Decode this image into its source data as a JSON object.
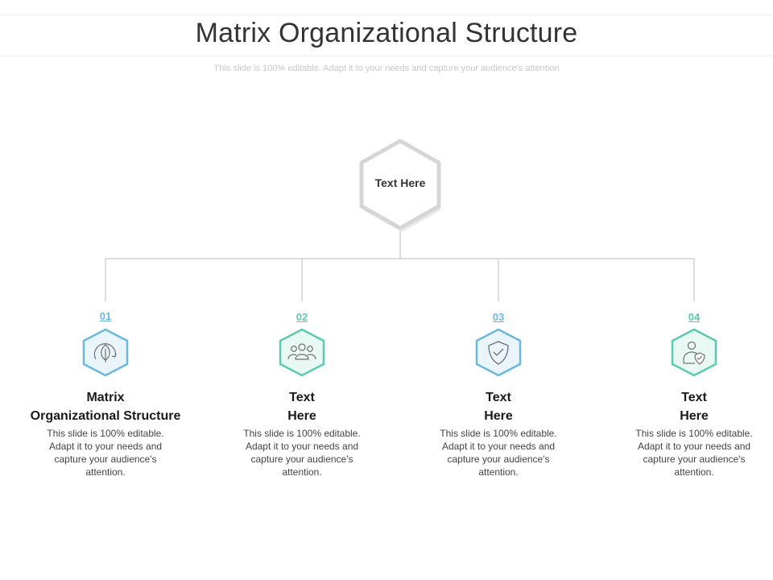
{
  "header": {
    "title": "Matrix Organizational Structure",
    "subtitle": "This slide is 100% editable. Adapt it to your needs and capture your audience's attention"
  },
  "root": {
    "label": "Text Here"
  },
  "colors": {
    "blue": "#6ab8e0",
    "green": "#5cc9b0",
    "root_stroke": "#d6d6d6",
    "connector": "#bdbdbd"
  },
  "columns": [
    {
      "number": "01",
      "title_line1": "Matrix",
      "title_line2": "Organizational Structure",
      "description": "This slide is 100% editable. Adapt it to your needs and capture your audience's attention.",
      "icon": "leaf-cycle-icon",
      "accent": "blue"
    },
    {
      "number": "02",
      "title_line1": "Text",
      "title_line2": "Here",
      "description": "This slide is 100% editable. Adapt it to your needs and capture your audience's attention.",
      "icon": "team-icon",
      "accent": "green"
    },
    {
      "number": "03",
      "title_line1": "Text",
      "title_line2": "Here",
      "description": "This slide is 100% editable. Adapt it to your needs and capture your audience's attention.",
      "icon": "shield-check-icon",
      "accent": "blue"
    },
    {
      "number": "04",
      "title_line1": "Text",
      "title_line2": "Here",
      "description": "This slide is 100% editable. Adapt it to your needs and capture your audience's attention.",
      "icon": "user-shield-icon",
      "accent": "green"
    }
  ]
}
